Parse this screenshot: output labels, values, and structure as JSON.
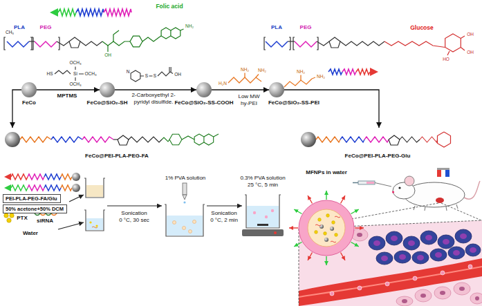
{
  "diagram": {
    "nodes": [
      {
        "text": [
          "FeCo"
        ]
      },
      {
        "text": [
          "FeCo@SiO₂-SH"
        ]
      },
      {
        "text": [
          "FeCo@SiO₂-SS-COOH"
        ]
      },
      {
        "text": [
          "FeCo@SiO₂-SS-PEI"
        ]
      },
      {
        "text": [
          "FeCo@PEI-PLA-PEG-FA"
        ]
      },
      {
        "text": [
          "FeCo@PEI-PLA-PEG-Glu"
        ]
      },
      {
        "text": [
          "PEI-PLA-PEG-FA/Glu"
        ]
      },
      {
        "text": [
          "50% acetone+50% DCM"
        ]
      }
    ],
    "edges": [
      {
        "from": 0,
        "to": 1,
        "arrow": "to",
        "label": "MPTMS"
      },
      {
        "from": 1,
        "to": 2,
        "arrow": "to",
        "label": "2-Carboxyethyl 2-pyridyl disulfide."
      },
      {
        "from": 2,
        "to": 3,
        "arrow": "to",
        "label": "Low MW hy-PEI"
      },
      {
        "from": 0,
        "to": 4,
        "arrow": "to"
      },
      {
        "from": 3,
        "to": 5,
        "arrow": "to"
      }
    ],
    "labels": [
      "PLA",
      "PEG",
      "CH₃",
      "Folic acid",
      "NH₂",
      "OH",
      "PLA",
      "PEG",
      "Glucose",
      "OH",
      "OH",
      "HO",
      "HS",
      "Si",
      "OCH₃",
      "OCH₃",
      "OCH₃",
      "N",
      "S",
      "S",
      "OH",
      "H₂N",
      "NH₂",
      "NH₂",
      "NH₂",
      "NH₂",
      "PTX",
      "siRNA",
      "Water",
      "Sonication",
      "0 °C, 30 sec",
      "1% PVA solution",
      "0.3% PVA solution",
      "25 °C, 5 min",
      "Sonication",
      "0 °C, 2 min",
      "MFNPs in water"
    ]
  }
}
